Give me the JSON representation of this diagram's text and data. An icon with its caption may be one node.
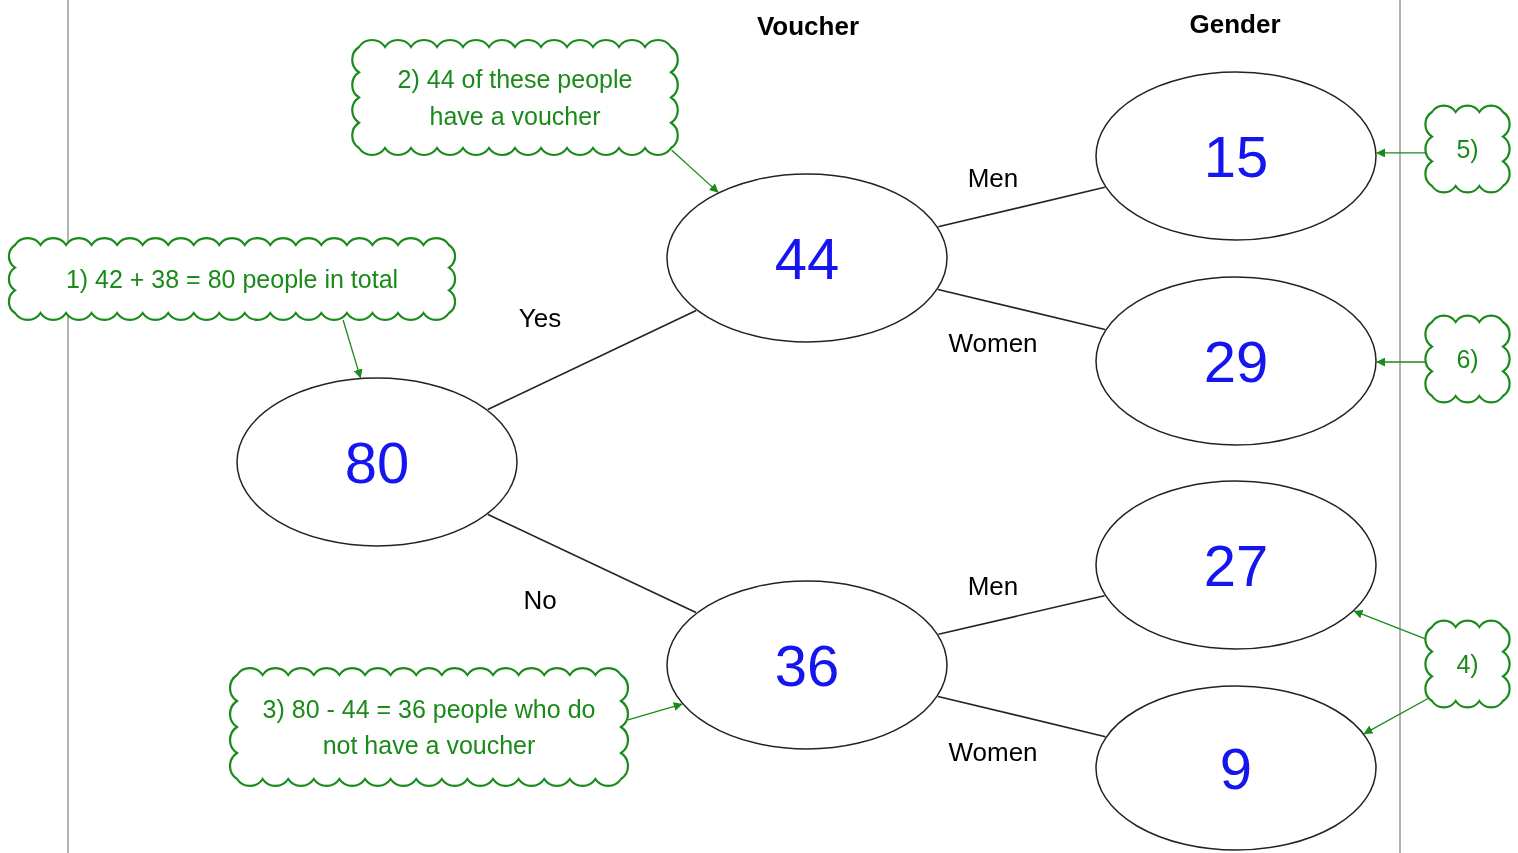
{
  "diagram": {
    "nodes": [
      {
        "text": [
          "1) 42 + 38 = 80 people in total"
        ]
      },
      {
        "text": [
          "2) 44 of these people have a voucher"
        ]
      },
      {
        "text": [
          "3) 80 - 44 = 36 people who do not have a voucher"
        ]
      },
      {
        "text": [
          "80"
        ]
      },
      {
        "text": [
          "44"
        ]
      },
      {
        "text": [
          "36"
        ]
      },
      {
        "text": [
          "15"
        ]
      },
      {
        "text": [
          "29"
        ]
      },
      {
        "text": [
          "27"
        ]
      },
      {
        "text": [
          "9"
        ]
      },
      {
        "text": [
          "5)"
        ]
      },
      {
        "text": [
          "6)"
        ]
      },
      {
        "text": [
          "4)"
        ]
      }
    ],
    "edges": [
      {
        "from": 3,
        "to": 4,
        "arrow": "none",
        "label": "Yes",
        "color": "#222222"
      },
      {
        "from": 3,
        "to": 5,
        "arrow": "none",
        "label": "No",
        "color": "#222222"
      },
      {
        "from": 4,
        "to": 6,
        "arrow": "none",
        "label": "Men",
        "color": "#222222"
      },
      {
        "from": 4,
        "to": 7,
        "arrow": "none",
        "label": "Women",
        "color": "#222222"
      },
      {
        "from": 5,
        "to": 8,
        "arrow": "none",
        "label": "Men",
        "color": "#222222"
      },
      {
        "from": 5,
        "to": 9,
        "arrow": "none",
        "label": "Women",
        "color": "#222222"
      },
      {
        "from": 0,
        "to": 3,
        "arrow": "to"
      },
      {
        "from": 1,
        "to": 4,
        "arrow": "to"
      },
      {
        "from": 2,
        "to": 5,
        "arrow": "to"
      },
      {
        "from": 10,
        "to": 6,
        "arrow": "to"
      },
      {
        "from": 11,
        "to": 7,
        "arrow": "to"
      },
      {
        "from": 12,
        "to": 8,
        "arrow": "to"
      },
      {
        "from": 12,
        "to": 9,
        "arrow": "to"
      }
    ],
    "labels": [
      "Voucher",
      "Gender"
    ]
  }
}
